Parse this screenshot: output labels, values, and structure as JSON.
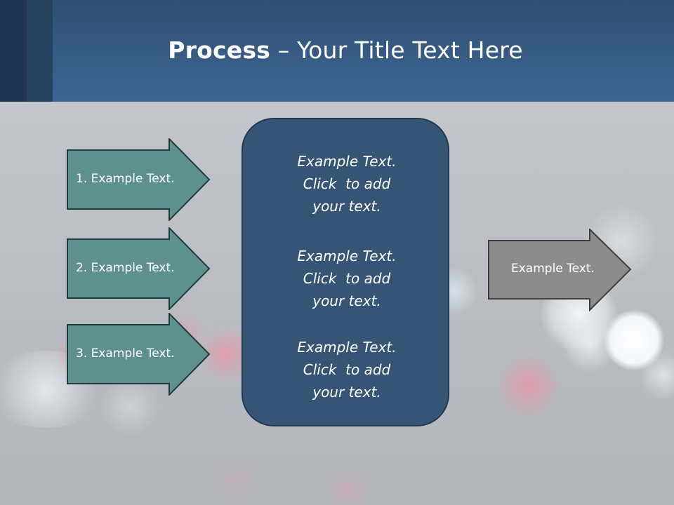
{
  "title": {
    "bold": "Process",
    "rest": " – Your Title Text Here"
  },
  "left_arrows": [
    {
      "label": "1. Example Text."
    },
    {
      "label": "2. Example Text."
    },
    {
      "label": "3. Example Text."
    }
  ],
  "center_box": {
    "blocks": [
      {
        "lines": [
          "Example Text.",
          "Click  to add",
          "your text."
        ]
      },
      {
        "lines": [
          "Example Text.",
          "Click  to add",
          "your text."
        ]
      },
      {
        "lines": [
          "Example Text.",
          "Click  to add",
          "your text."
        ]
      }
    ]
  },
  "right_arrow": {
    "label": "Example Text."
  },
  "colors": {
    "header": "#3e6591",
    "left_arrow_fill": "#5f9090",
    "center_box_fill": "#365575",
    "right_arrow_fill": "#8c8c8c"
  }
}
